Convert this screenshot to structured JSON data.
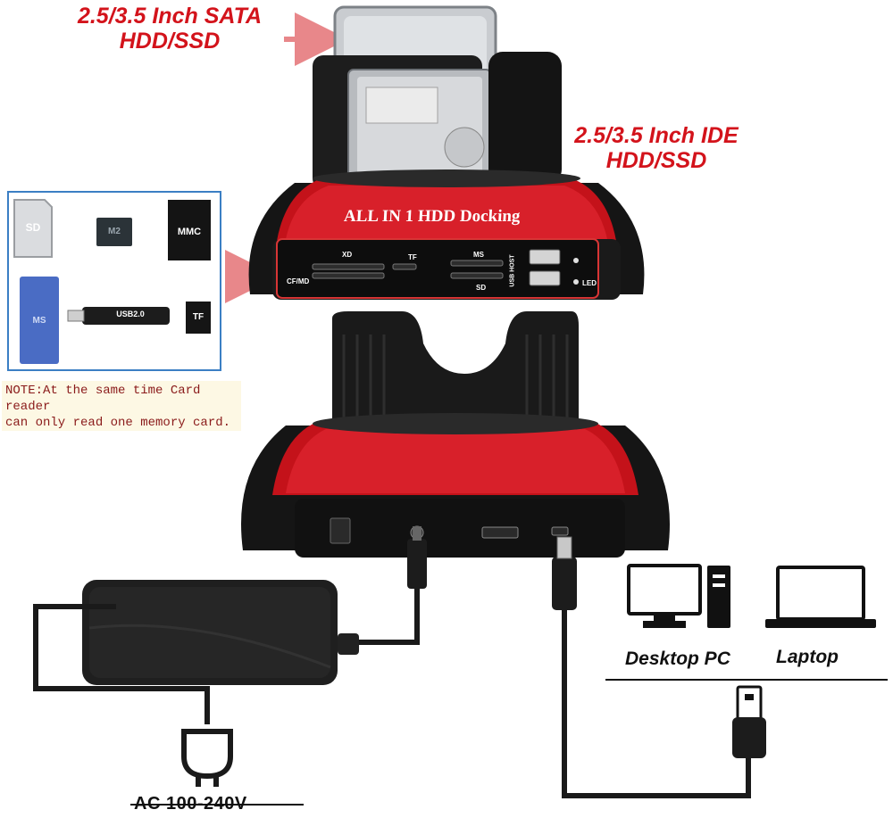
{
  "callouts": {
    "sata": [
      "2.5/3.5 Inch SATA",
      "HDD/SSD"
    ],
    "ide": [
      "2.5/3.5 Inch IDE",
      "HDD/SSD"
    ]
  },
  "dock": {
    "brand_label": "ALL IN 1 HDD Docking",
    "ports": {
      "xd": "XD",
      "tf": "TF",
      "ms": "MS",
      "sd": "SD",
      "cfmd": "CF/MD",
      "usb_host": "USB HOST",
      "led": "LED"
    }
  },
  "cards": {
    "sd": "SD",
    "m2": "M2",
    "mmc": "MMC",
    "ms": "MS",
    "usb": "USB2.0",
    "tf": "TF"
  },
  "note": [
    "NOTE:At the same time Card reader",
    "can only read one memory card."
  ],
  "devices": {
    "desktop": "Desktop PC",
    "laptop": "Laptop"
  },
  "power": {
    "label": "AC 100-240V"
  },
  "colors": {
    "callout_red": "#d3131b",
    "dock_red": "#c4121a",
    "dock_black": "#151515",
    "note_bg": "#fdf8e4",
    "card_box_border": "#3b7fc4"
  }
}
